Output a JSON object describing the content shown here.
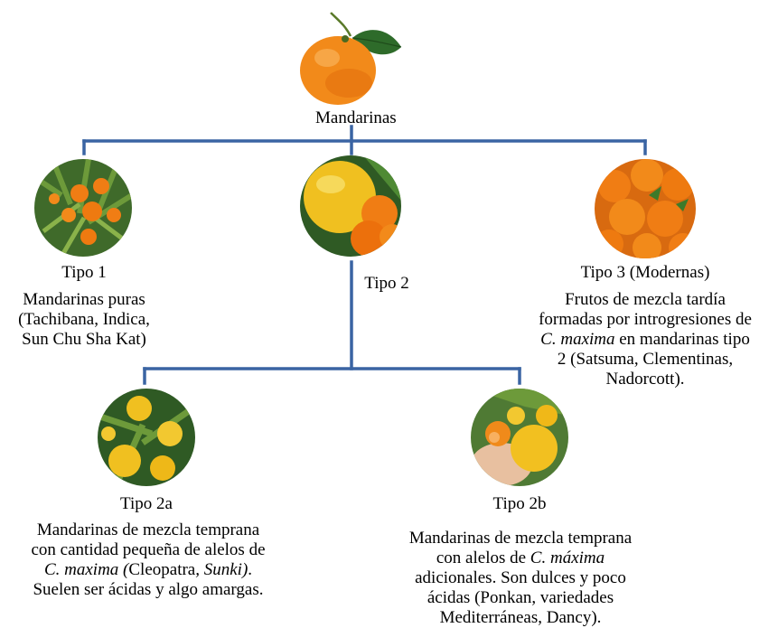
{
  "colors": {
    "connector": "#3a64a3",
    "orange": "#f07d14",
    "leaf": "#3d7a2a",
    "lemon": "#f0c020"
  },
  "root": {
    "label": "Mandarinas",
    "icon": "mandarin-with-leaf-icon"
  },
  "tipo1": {
    "label": "Tipo 1",
    "icon": "mandarin-tree-photo-icon",
    "desc": [
      "Mandarinas puras",
      "(Tachibana, Indica,",
      "Sun Chu Sha Kat)"
    ]
  },
  "tipo2": {
    "label": "Tipo 2",
    "icon": "grapefruit-and-mandarins-photo-icon"
  },
  "tipo3": {
    "label": "Tipo 3 (Modernas)",
    "icon": "mandarin-pile-photo-icon",
    "desc": {
      "l1": "Frutos de mezcla tardía",
      "l2": "formadas por introgresiones de",
      "l3_it": "C. maxima",
      "l3": " en mandarinas tipo",
      "l4": "2 (Satsuma, Clementinas,",
      "l5": "Nadorcott)."
    }
  },
  "tipo2a": {
    "label": "Tipo 2a",
    "icon": "yellow-mandarin-branch-photo-icon",
    "desc": {
      "l1": "Mandarinas de mezcla temprana",
      "l2": "con cantidad pequeña de alelos de",
      "l3_it": "C. maxima (",
      "l3": "Cleopatra",
      "l3b_it": ", Sunki)",
      "l3c": ".",
      "l4": "Suelen ser ácidas y algo amargas."
    }
  },
  "tipo2b": {
    "label": "Tipo 2b",
    "icon": "hand-holding-mandarins-photo-icon",
    "desc": {
      "l1": "Mandarinas de mezcla temprana",
      "l2": "con alelos de ",
      "l2_it": "C. máxima",
      "l3": "adicionales. Son dulces y poco",
      "l4": "ácidas (Ponkan, variedades",
      "l5": "Mediterráneas, Dancy)."
    }
  }
}
